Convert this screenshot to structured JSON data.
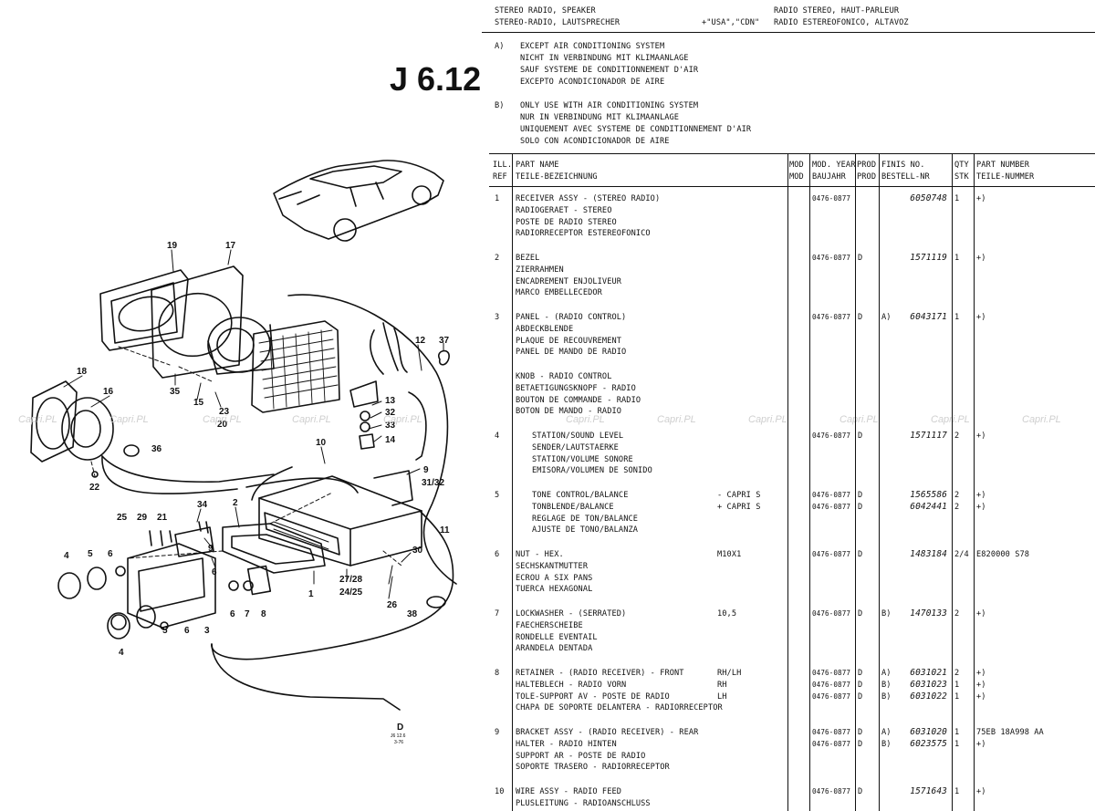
{
  "header": {
    "left": [
      "STEREO RADIO, SPEAKER",
      "STEREO-RADIO, LAUTSPRECHER"
    ],
    "market": "+\"USA\",\"CDN\"",
    "right": [
      "RADIO STEREO, HAUT-PARLEUR",
      "RADIO ESTEREOFONICO, ALTAVOZ"
    ]
  },
  "notes": [
    {
      "key": "A)",
      "lines": [
        "EXCEPT AIR CONDITIONING SYSTEM",
        "NICHT IN VERBINDUNG MIT KLIMAANLAGE",
        "SAUF SYSTEME DE CONDITIONNEMENT D'AIR",
        "EXCEPTO ACONDICIONADOR DE AIRE"
      ]
    },
    {
      "key": "B)",
      "lines": [
        "ONLY USE WITH AIR CONDITIONING SYSTEM",
        "NUR IN VERBINDUNG MIT KLIMAANLAGE",
        "UNIQUEMENT AVEC SYSTEME DE CONDITIONNEMENT D'AIR",
        "SOLO CON ACONDICIONADOR DE AIRE"
      ]
    }
  ],
  "diagram": {
    "code": "J 6.12",
    "callouts": [
      "19",
      "17",
      "12",
      "37",
      "18",
      "16",
      "35",
      "15",
      "23",
      "20",
      "13",
      "32",
      "33",
      "14",
      "36",
      "22",
      "10",
      "9",
      "31/32",
      "34",
      "2",
      "25",
      "29",
      "21",
      "11",
      "30",
      "27/28",
      "24/25",
      "26",
      "38",
      "4",
      "5",
      "6",
      "3",
      "7",
      "8",
      "1"
    ],
    "watermark": "Capri.PL",
    "footnote": [
      "D",
      "J6 12.6",
      "3-76"
    ]
  },
  "table": {
    "headers": {
      "ref": [
        "ILL.",
        "REF"
      ],
      "name": [
        "PART NAME",
        "TEILE-BEZEICHNUNG"
      ],
      "mod": [
        "MOD",
        "MOD"
      ],
      "year": [
        "MOD. YEAR",
        "BAUJAHR"
      ],
      "prod": [
        "PROD",
        "PROD"
      ],
      "finis": [
        "FINIS NO.",
        "BESTELL-NR"
      ],
      "qty": [
        "QTY",
        "STK"
      ],
      "pn": [
        "PART NUMBER",
        "TEILE-NUMMER"
      ]
    },
    "rows": [
      {
        "ref": "1",
        "lines": [
          "RECEIVER ASSY - (STEREO RADIO)",
          "RADIOGERAET - STEREO",
          "POSTE DE RADIO STEREO",
          "RADIORRECEPTOR ESTEREOFONICO"
        ],
        "mod": [
          ""
        ],
        "year": [
          "0476-0877"
        ],
        "prod": [
          ""
        ],
        "note": [
          ""
        ],
        "finis": [
          "6050748"
        ],
        "qty": [
          "1"
        ],
        "pn": [
          "+)"
        ]
      },
      {
        "ref": "2",
        "lines": [
          "BEZEL",
          "ZIERRAHMEN",
          "ENCADREMENT ENJOLIVEUR",
          "MARCO EMBELLECEDOR"
        ],
        "mod": [
          ""
        ],
        "year": [
          "0476-0877"
        ],
        "prod": [
          "D"
        ],
        "note": [
          ""
        ],
        "finis": [
          "1571119"
        ],
        "qty": [
          "1"
        ],
        "pn": [
          "+)"
        ]
      },
      {
        "ref": "3",
        "lines": [
          "PANEL - (RADIO CONTROL)",
          "ABDECKBLENDE",
          "PLAQUE DE RECOUVREMENT",
          "PANEL DE MANDO DE RADIO"
        ],
        "mod": [
          ""
        ],
        "year": [
          "0476-0877"
        ],
        "prod": [
          "D"
        ],
        "note": [
          "A)"
        ],
        "finis": [
          "6043171"
        ],
        "qty": [
          "1"
        ],
        "pn": [
          "+)"
        ]
      },
      {
        "ref": "",
        "lines": [
          "KNOB - RADIO CONTROL",
          "BETAETIGUNGSKNOPF - RADIO",
          "BOUTON DE COMMANDE - RADIO",
          "BOTON DE MANDO - RADIO"
        ],
        "mod": [
          ""
        ],
        "year": [
          ""
        ],
        "prod": [
          ""
        ],
        "note": [
          ""
        ],
        "finis": [
          ""
        ],
        "qty": [
          ""
        ],
        "pn": [
          ""
        ]
      },
      {
        "ref": "4",
        "indent": true,
        "lines": [
          "STATION/SOUND LEVEL",
          "SENDER/LAUTSTAERKE",
          "STATION/VOLUME SONORE",
          "EMISORA/VOLUMEN DE SONIDO"
        ],
        "mod": [
          ""
        ],
        "year": [
          "0476-0877"
        ],
        "prod": [
          "D"
        ],
        "note": [
          ""
        ],
        "finis": [
          "1571117"
        ],
        "qty": [
          "2"
        ],
        "pn": [
          "+)"
        ]
      },
      {
        "ref": "5",
        "indent": true,
        "lines": [
          "TONE CONTROL/BALANCE",
          "TONBLENDE/BALANCE",
          "REGLAGE DE TON/BALANCE",
          "AJUSTE DE TONO/BALANZA"
        ],
        "mod": [
          "- CAPRI      S",
          "+ CAPRI      S"
        ],
        "year": [
          "0476-0877",
          "0476-0877"
        ],
        "prod": [
          "D",
          "D"
        ],
        "note": [
          "",
          ""
        ],
        "finis": [
          "1565586",
          "6042441"
        ],
        "qty": [
          "2",
          "2"
        ],
        "pn": [
          "+)",
          "+)"
        ]
      },
      {
        "ref": "6",
        "lines": [
          "NUT - HEX.",
          "SECHSKANTMUTTER",
          "ECROU A SIX PANS",
          "TUERCA HEXAGONAL"
        ],
        "mod": [
          "M10X1"
        ],
        "year": [
          "0476-0877"
        ],
        "prod": [
          "D"
        ],
        "note": [
          ""
        ],
        "finis": [
          "1483184"
        ],
        "qty": [
          "2/4"
        ],
        "pn": [
          "E820000 S78"
        ]
      },
      {
        "ref": "7",
        "lines": [
          "LOCKWASHER - (SERRATED)",
          "FAECHERSCHEIBE",
          "RONDELLE EVENTAIL",
          "ARANDELA DENTADA"
        ],
        "mod": [
          "10,5"
        ],
        "year": [
          "0476-0877"
        ],
        "prod": [
          "D"
        ],
        "note": [
          "B)"
        ],
        "finis": [
          "1470133"
        ],
        "qty": [
          "2"
        ],
        "pn": [
          "+)"
        ]
      },
      {
        "ref": "8",
        "lines": [
          "RETAINER - (RADIO RECEIVER) - FRONT",
          "HALTEBLECH - RADIO VORN",
          "TOLE-SUPPORT AV - POSTE DE RADIO",
          "CHAPA DE SOPORTE DELANTERA - RADIORRECEPTOR"
        ],
        "mod": [
          "RH/LH",
          "RH",
          "LH"
        ],
        "year": [
          "0476-0877",
          "0476-0877",
          "0476-0877"
        ],
        "prod": [
          "D",
          "D",
          "D"
        ],
        "note": [
          "A)",
          "B)",
          "B)"
        ],
        "finis": [
          "6031021",
          "6031023",
          "6031022"
        ],
        "qty": [
          "2",
          "1",
          "1"
        ],
        "pn": [
          "+)",
          "+)",
          "+)"
        ]
      },
      {
        "ref": "9",
        "lines": [
          "BRACKET ASSY - (RADIO RECEIVER) - REAR",
          "HALTER - RADIO HINTEN",
          "SUPPORT AR - POSTE DE RADIO",
          "SOPORTE TRASERO - RADIORRECEPTOR"
        ],
        "mod": [
          ""
        ],
        "year": [
          "0476-0877",
          "0476-0877"
        ],
        "prod": [
          "D",
          "D"
        ],
        "note": [
          "A)",
          "B)"
        ],
        "finis": [
          "6031020",
          "6023575"
        ],
        "qty": [
          "1",
          "1"
        ],
        "pn": [
          "75EB 18A998 AA",
          "+)"
        ]
      },
      {
        "ref": "10",
        "lines": [
          "WIRE ASSY - RADIO FEED",
          "PLUSLEITUNG - RADIOANSCHLUSS"
        ],
        "mod": [
          ""
        ],
        "year": [
          "0476-0877"
        ],
        "prod": [
          "D"
        ],
        "note": [
          ""
        ],
        "finis": [
          "1571643"
        ],
        "qty": [
          "1"
        ],
        "pn": [
          "+)"
        ]
      }
    ]
  }
}
